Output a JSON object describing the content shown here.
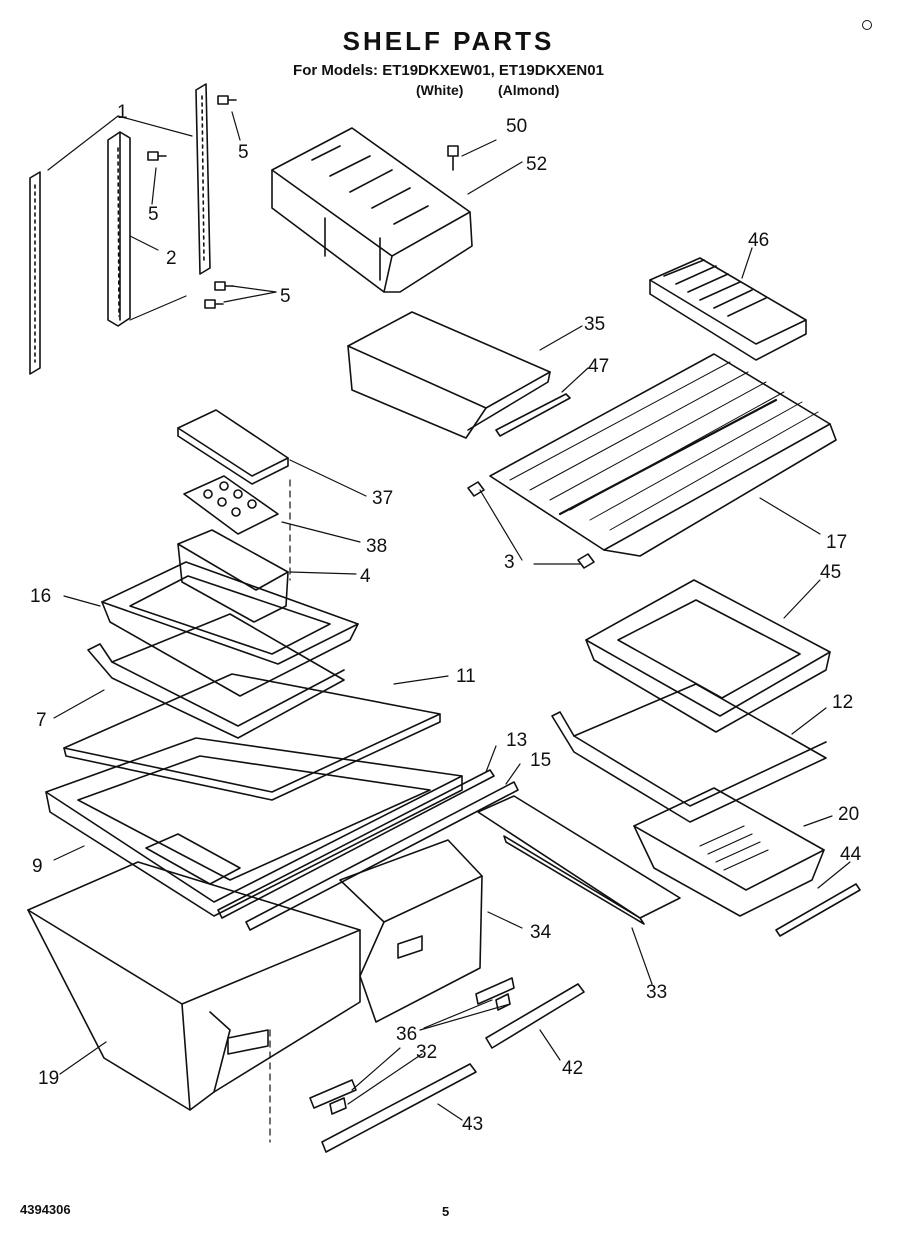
{
  "header": {
    "title": "SHELF PARTS",
    "models_line": "For Models: ET19DKXEW01, ET19DKXEN01",
    "variant_white": "(White)",
    "variant_almond": "(Almond)"
  },
  "callouts": [
    "1",
    "2",
    "3",
    "4",
    "5",
    "5",
    "5",
    "7",
    "9",
    "11",
    "12",
    "13",
    "15",
    "16",
    "17",
    "19",
    "20",
    "32",
    "33",
    "34",
    "35",
    "36",
    "37",
    "38",
    "42",
    "43",
    "44",
    "45",
    "46",
    "47",
    "50",
    "52"
  ],
  "footer": {
    "doc_number": "4394306",
    "page_number": "5"
  }
}
